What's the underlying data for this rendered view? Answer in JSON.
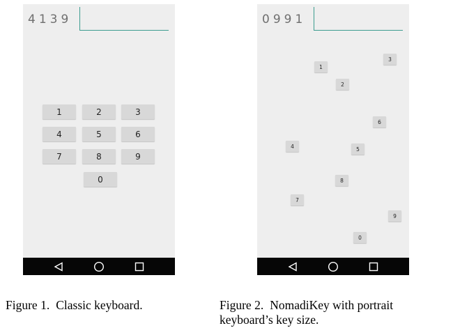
{
  "figures": [
    {
      "pin": "4139",
      "caption_label": "Figure 1.",
      "caption_line1": "Classic keyboard.",
      "caption_line2": "",
      "keys": [
        "1",
        "2",
        "3",
        "4",
        "5",
        "6",
        "7",
        "8",
        "9",
        "0"
      ]
    },
    {
      "pin": "0991",
      "caption_label": "Figure 2.",
      "caption_line1": "NomadiKey with portrait",
      "caption_line2": "keyboard’s key size.",
      "keys": [
        "1",
        "2",
        "3",
        "4",
        "5",
        "6",
        "7",
        "8",
        "9",
        "0"
      ]
    }
  ],
  "navbar_icons": [
    "back-icon",
    "home-icon",
    "recent-apps-icon"
  ],
  "colors": {
    "screen_background": "#eeeeee",
    "key_background": "#d8d8d8",
    "input_underline": "#3c9c8f",
    "navbar": "#060606"
  }
}
